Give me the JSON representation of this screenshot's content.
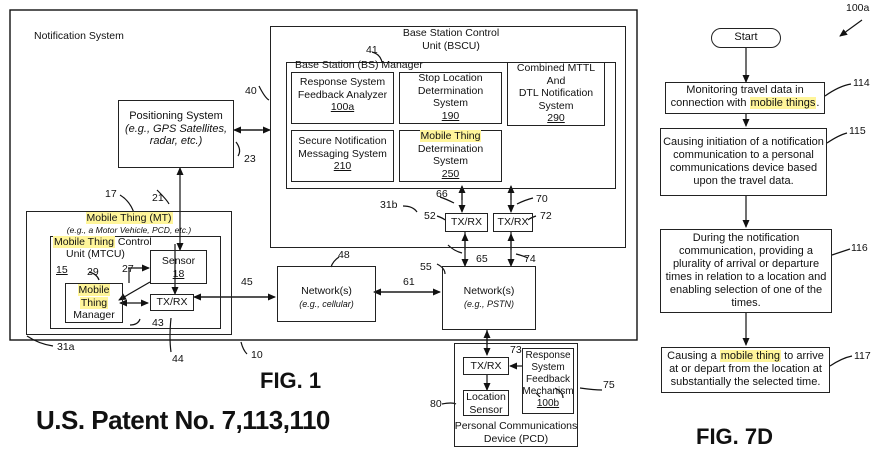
{
  "fig1": {
    "notification_system": "Notification System",
    "bscu_title": [
      "Base Station Control",
      "Unit (BSCU)"
    ],
    "bs_manager": "Base Station (BS) Manager",
    "response_analyzer": {
      "lines": [
        "Response System",
        "Feedback Analyzer"
      ],
      "num": "100a"
    },
    "stop_location": {
      "lines": [
        "Stop Location",
        "Determination",
        "System"
      ],
      "num": "190"
    },
    "combined": {
      "lines": [
        "Combined MTTL",
        "And",
        "DTL Notification",
        "System"
      ],
      "num": "290"
    },
    "secure_msg": {
      "lines": [
        "Secure Notification",
        "Messaging System"
      ],
      "num": "210"
    },
    "mobile_det": {
      "hl": "Mobile Thing",
      "lines": [
        "Determination",
        "System"
      ],
      "num": "250"
    },
    "positioning": {
      "title": "Positioning System",
      "lines": [
        "(e.g., GPS Satellites,",
        "radar, etc.)"
      ]
    },
    "mt": {
      "hl": "Mobile Thing (MT)",
      "sub": "(e.g., a Motor Vehicle, PCD, etc.)"
    },
    "mtcu": {
      "hl": "Mobile Thing",
      "title_rest": " Control",
      "line2": "Unit (MTCU)",
      "num": "15"
    },
    "sensor": {
      "label": "Sensor",
      "num": "18"
    },
    "mt_manager": {
      "hl1": "Mobile",
      "hl2": "Thing",
      "label": "Manager"
    },
    "txrx": "TX/RX",
    "network_cell": {
      "title": "Network(s)",
      "sub": "(e.g., cellular)"
    },
    "network_pstn": {
      "title": "Network(s)",
      "sub": "(e.g., PSTN)"
    },
    "pcd": {
      "lines": [
        "Personal Communications",
        "Device (PCD)"
      ]
    },
    "location_sensor": [
      "Location",
      "Sensor"
    ],
    "response_mech": {
      "lines": [
        "Response",
        "System",
        "Feedback",
        "Mechanism"
      ],
      "num": "100b"
    },
    "refs": {
      "r41": "41",
      "r40": "40",
      "r23": "23",
      "r17": "17",
      "r21": "21",
      "r27": "27",
      "r29": "29",
      "r43": "43",
      "r44": "44",
      "r45": "45",
      "r48": "48",
      "r61": "61",
      "r55": "55",
      "r65": "65",
      "r74": "74",
      "r66": "66",
      "r70": "70",
      "r52": "52",
      "r72": "72",
      "r31b": "31b",
      "r31a": "31a",
      "r10": "10",
      "r73": "73",
      "r75": "75",
      "r80": "80"
    },
    "fig_label": "FIG. 1",
    "patent": "U.S. Patent No. 7,113,110"
  },
  "fig7d": {
    "ref_top": "100a",
    "start": "Start",
    "steps": [
      {
        "num": "114",
        "pre": "Monitoring travel data in",
        "line2_pre": "connection with ",
        "hl": "mobile things",
        "post": "."
      },
      {
        "num": "115",
        "lines": [
          "Causing initiation of a notification",
          "communication to a personal",
          "communications device based",
          "upon the travel data."
        ]
      },
      {
        "num": "116",
        "lines": [
          "During the notification",
          "communication, providing a",
          "plurality of arrival or departure",
          "times in relation to a location and",
          "enabling selection of one of the",
          "times."
        ]
      },
      {
        "num": "117",
        "pre": "Causing a ",
        "hl": "mobile thing",
        "post": " to arrive",
        "lines": [
          "at or depart from the location at",
          "substantially the selected time."
        ]
      }
    ],
    "fig_label": "FIG. 7D"
  }
}
